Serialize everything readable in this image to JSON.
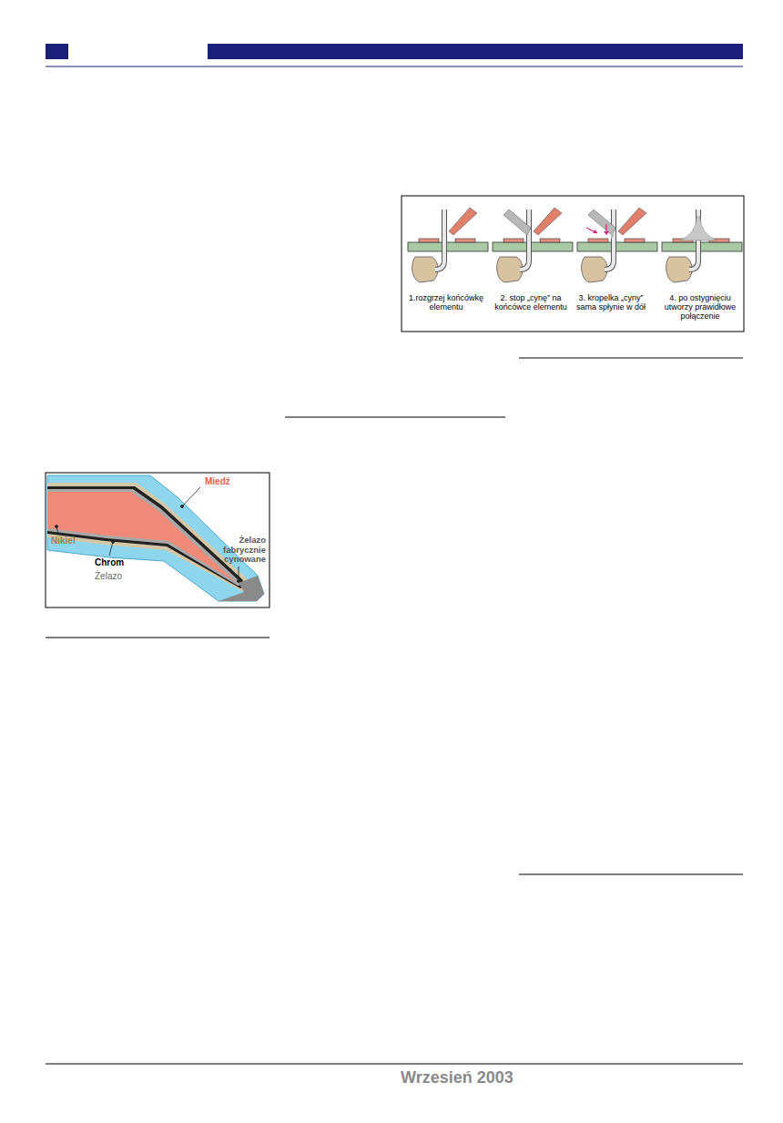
{
  "diagram": {
    "labels": [
      "1.rozgrzej końcówkę elementu",
      "2. stop „cynę” na końcówce elementu",
      "3. kropelka „cyny” sama spłynie w dół",
      "4. po ostygnięciu utworzy prawidłowe połączenie",
      "Miedź",
      "Żelazo fabrycznie cynowane",
      "Nikiel",
      "Chrom",
      "Żelazo",
      "Wrzesień 2003"
    ]
  }
}
